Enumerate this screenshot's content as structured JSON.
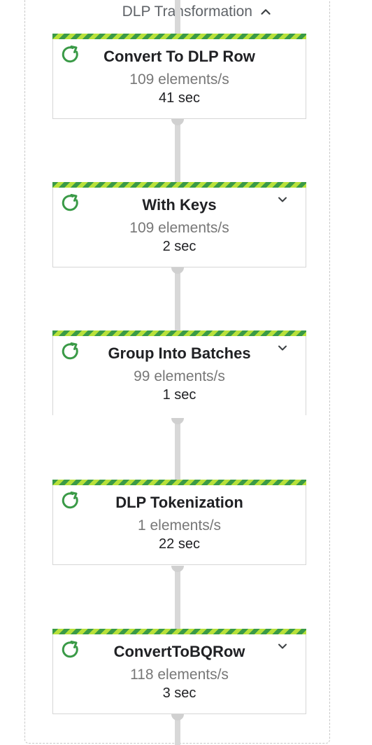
{
  "group": {
    "title": "DLP Transformation",
    "chevron_icon": "chevron-up-icon"
  },
  "steps": [
    {
      "name": "Convert To DLP Row",
      "rate": "109 elements/s",
      "time": "41 sec",
      "status_icon": "running-icon",
      "expandable": false
    },
    {
      "name": "With Keys",
      "rate": "109 elements/s",
      "time": "2 sec",
      "status_icon": "running-icon",
      "expandable": true
    },
    {
      "name": "Group Into Batches",
      "rate": "99 elements/s",
      "time": "1 sec",
      "status_icon": "running-icon",
      "expandable": true
    },
    {
      "name": "DLP Tokenization",
      "rate": "1 elements/s",
      "time": "22 sec",
      "status_icon": "running-icon",
      "expandable": false
    },
    {
      "name": "ConvertToBQRow",
      "rate": "118 elements/s",
      "time": "3 sec",
      "status_icon": "running-icon",
      "expandable": true
    }
  ],
  "colors": {
    "stripe_dark": "#3a9a47",
    "stripe_light": "#b8e13a",
    "status_green": "#3a9a47",
    "connector": "#d8d8d8"
  }
}
